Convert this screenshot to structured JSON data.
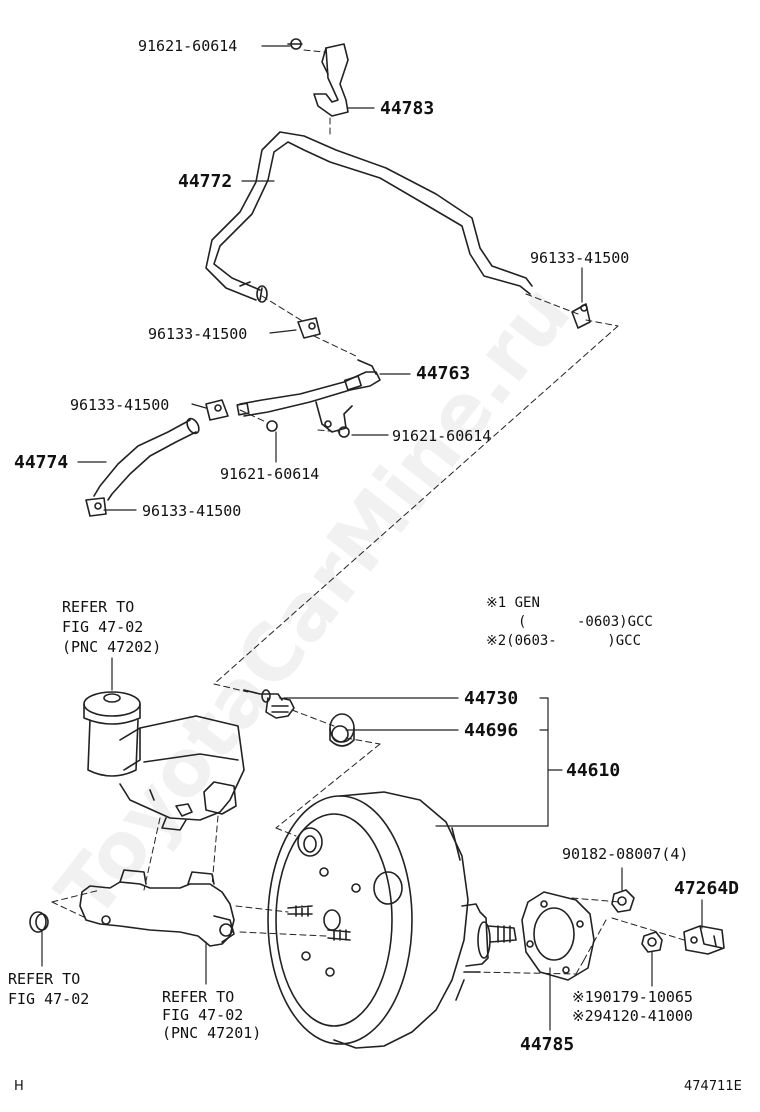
{
  "labels": {
    "p91621_top": "91621-60614",
    "p44783": "44783",
    "p44772": "44772",
    "p96133_right": "96133-41500",
    "p96133_left": "96133-41500",
    "p44763": "44763",
    "p96133_mid": "96133-41500",
    "p91621_right": "91621-60614",
    "p44774": "44774",
    "p91621_bottom": "91621-60614",
    "p96133_bottom": "96133-41500",
    "p44730": "44730",
    "p44696": "44696",
    "p44610": "44610",
    "p90182": "90182-08007(4)",
    "p47264D": "47264D",
    "p190179": "※190179-10065",
    "p294120": "※294120-41000",
    "p44785": "44785"
  },
  "refers": {
    "top_line1": "REFER TO",
    "top_line2": "FIG 47-02",
    "top_line3": "(PNC 47202)",
    "left_line1": "REFER TO",
    "left_line2": "FIG 47-02",
    "bottom_line1": "REFER TO",
    "bottom_line2": "FIG 47-02",
    "bottom_line3": "(PNC 47201)"
  },
  "notes": {
    "line1": "※1 GEN",
    "line2": "(      -0603)GCC",
    "line3": "※2(0603-      )GCC"
  },
  "corner": {
    "left": "H",
    "right": "474711E"
  },
  "watermark": "ToyotaCarMine.ru"
}
